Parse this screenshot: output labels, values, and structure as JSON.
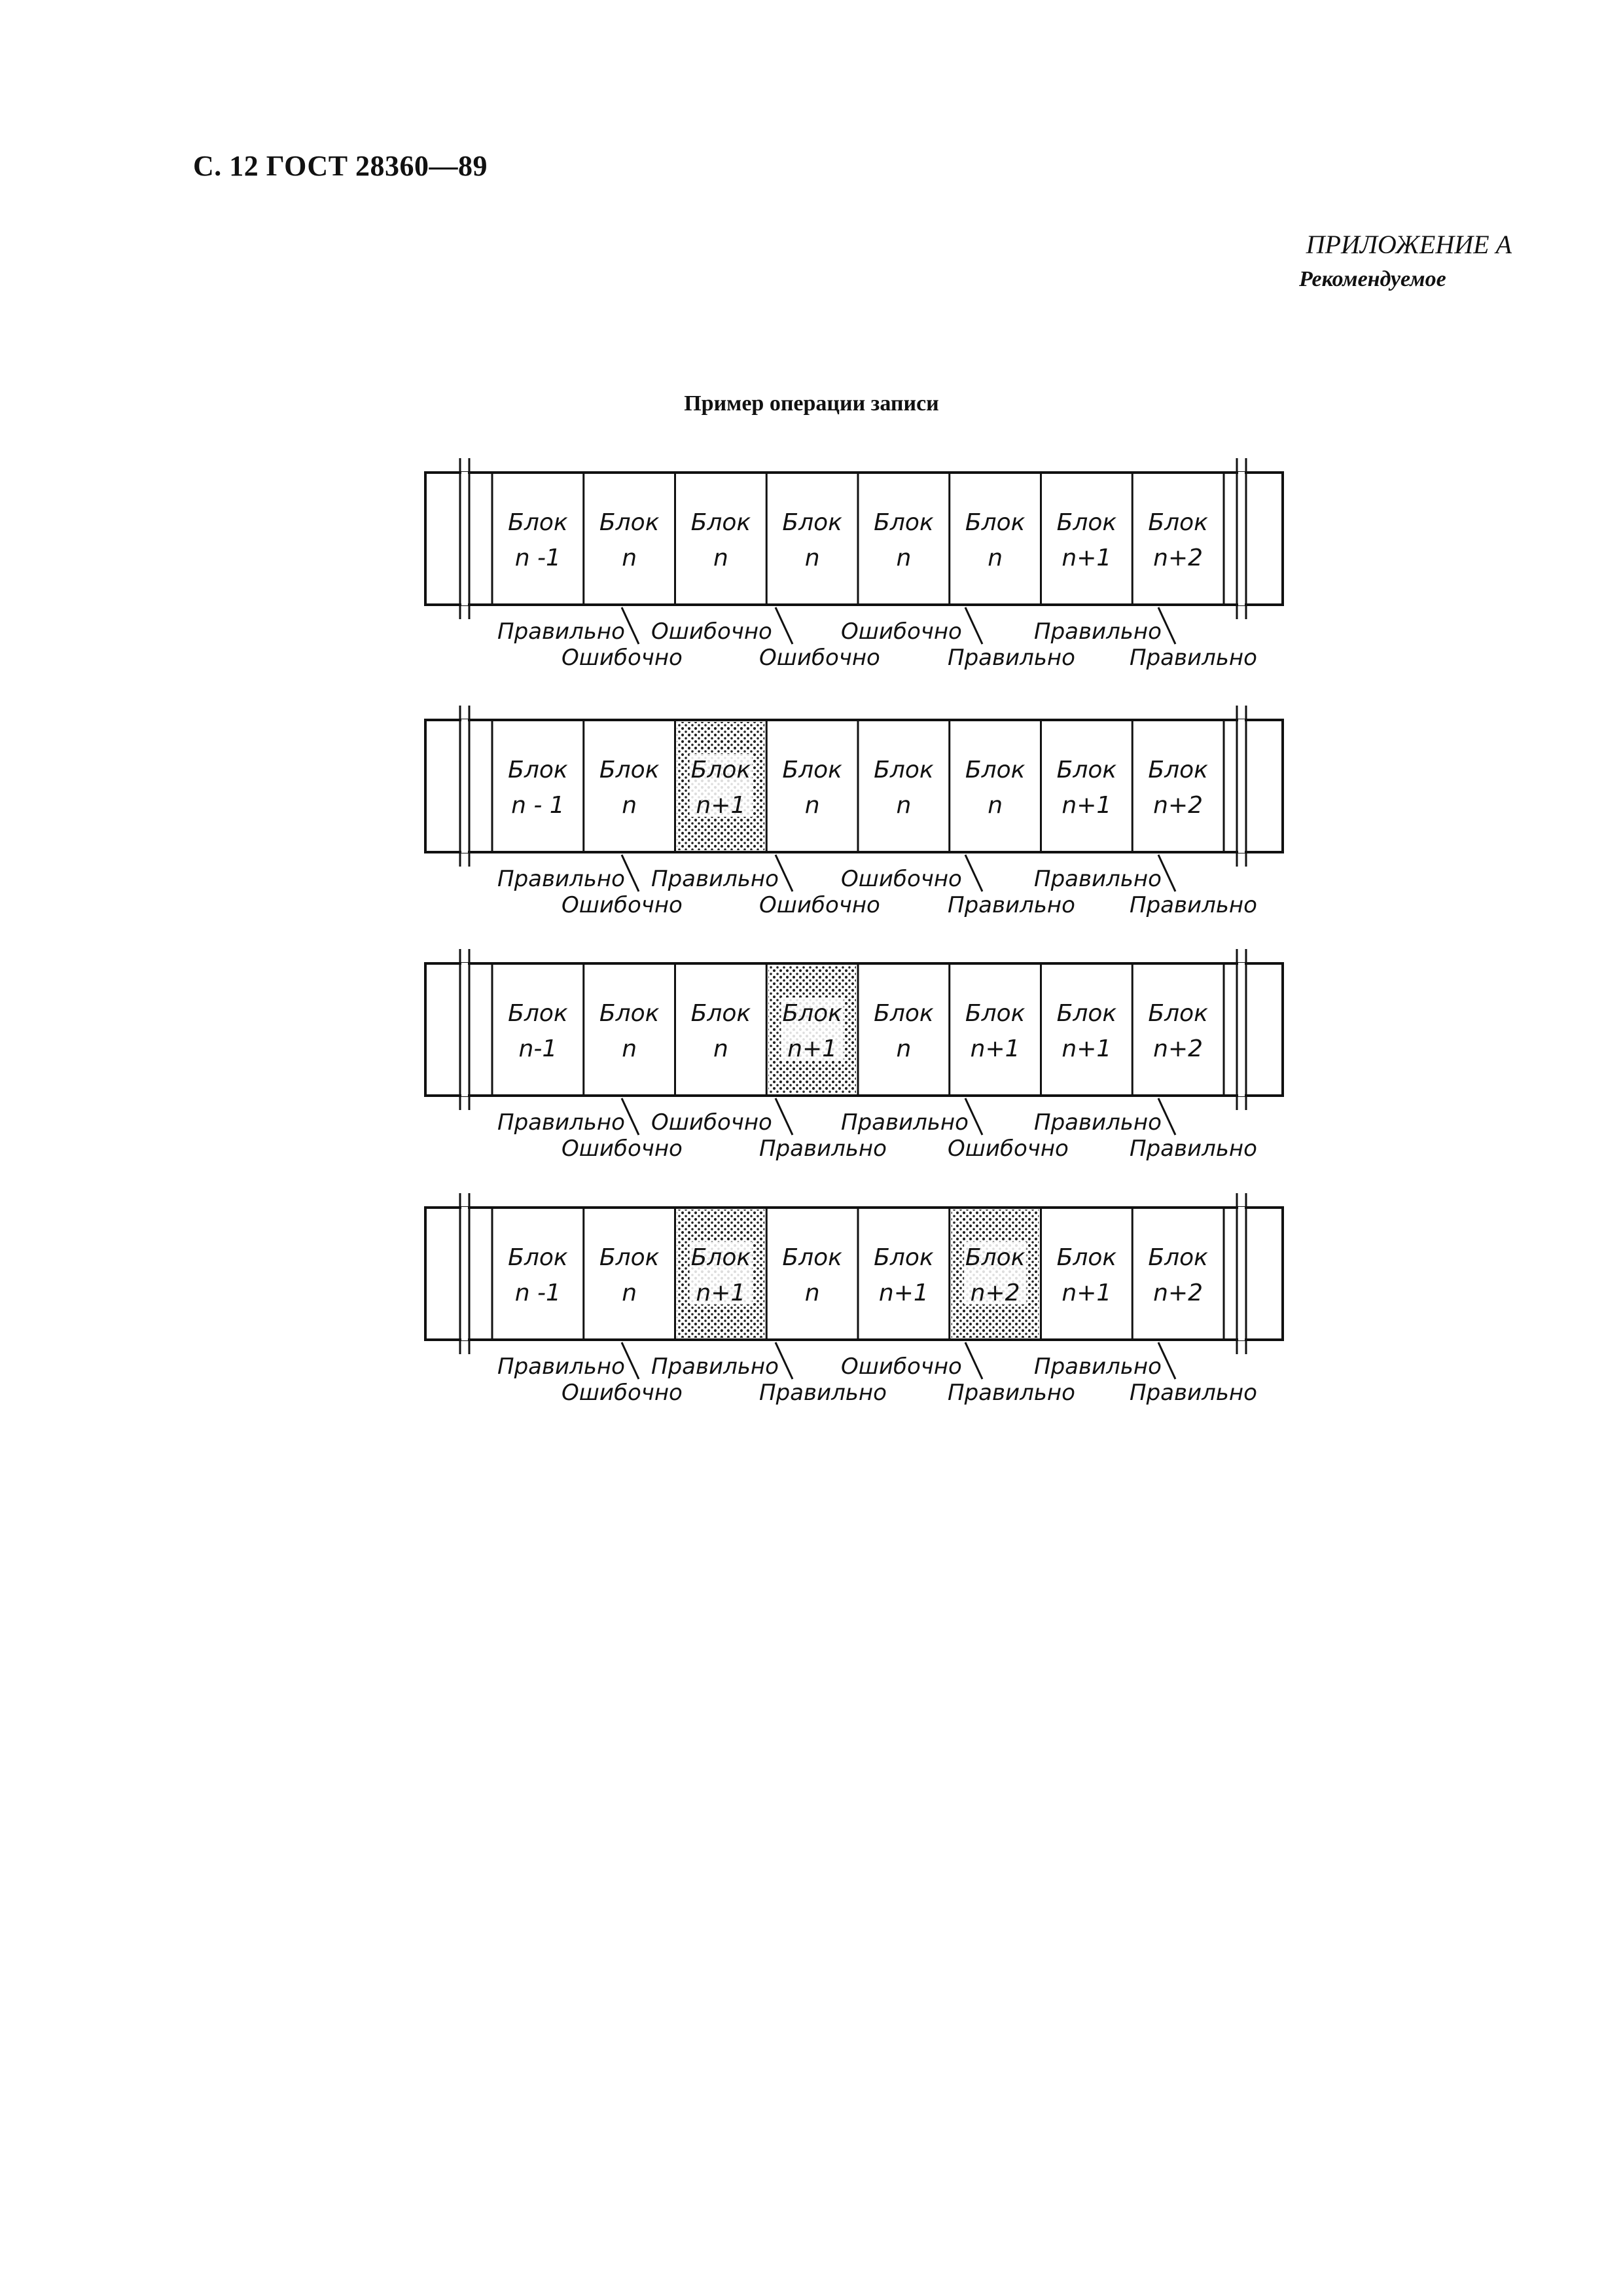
{
  "header": {
    "page_ref": "С. 12 ГОСТ 28360—89",
    "appendix_title": "ПРИЛОЖЕНИЕ А",
    "appendix_subtitle": "Рекомендуемое"
  },
  "figure": {
    "title": "Пример операции записи",
    "rows": [
      {
        "blocks": [
          {
            "word": "Блок",
            "index": "n -1",
            "shaded": false
          },
          {
            "word": "Блок",
            "index": "n",
            "shaded": false
          },
          {
            "word": "Блок",
            "index": "n",
            "shaded": false
          },
          {
            "word": "Блок",
            "index": "n",
            "shaded": false
          },
          {
            "word": "Блок",
            "index": "n",
            "shaded": false
          },
          {
            "word": "Блок",
            "index": "n",
            "shaded": false
          },
          {
            "word": "Блок",
            "index": "n+1",
            "shaded": false
          },
          {
            "word": "Блок",
            "index": "n+2",
            "shaded": false
          }
        ],
        "status_top": [
          "Правильно",
          "Ошибочно",
          "Ошибочно",
          "Правильно"
        ],
        "status_bottom": [
          "Ошибочно",
          "Ошибочно",
          "Правильно",
          "Правильно"
        ]
      },
      {
        "blocks": [
          {
            "word": "Блок",
            "index": "n - 1",
            "shaded": false
          },
          {
            "word": "Блок",
            "index": "n",
            "shaded": false
          },
          {
            "word": "Блок",
            "index": "n+1",
            "shaded": true
          },
          {
            "word": "Блок",
            "index": "n",
            "shaded": false
          },
          {
            "word": "Блок",
            "index": "n",
            "shaded": false
          },
          {
            "word": "Блок",
            "index": "n",
            "shaded": false
          },
          {
            "word": "Блок",
            "index": "n+1",
            "shaded": false
          },
          {
            "word": "Блок",
            "index": "n+2",
            "shaded": false
          }
        ],
        "status_top": [
          "Правильно",
          "Правильно",
          "Ошибочно",
          "Правильно"
        ],
        "status_bottom": [
          "Ошибочно",
          "Ошибочно",
          "Правильно",
          "Правильно"
        ]
      },
      {
        "blocks": [
          {
            "word": "Блок",
            "index": "n-1",
            "shaded": false
          },
          {
            "word": "Блок",
            "index": "n",
            "shaded": false
          },
          {
            "word": "Блок",
            "index": "n",
            "shaded": false
          },
          {
            "word": "Блок",
            "index": "n+1",
            "shaded": true
          },
          {
            "word": "Блок",
            "index": "n",
            "shaded": false
          },
          {
            "word": "Блок",
            "index": "n+1",
            "shaded": false
          },
          {
            "word": "Блок",
            "index": "n+1",
            "shaded": false
          },
          {
            "word": "Блок",
            "index": "n+2",
            "shaded": false
          }
        ],
        "status_top": [
          "Правильно",
          "Ошибочно",
          "Правильно",
          "Правильно"
        ],
        "status_bottom": [
          "Ошибочно",
          "Правильно",
          "Ошибочно",
          "Правильно"
        ]
      },
      {
        "blocks": [
          {
            "word": "Блок",
            "index": "n -1",
            "shaded": false
          },
          {
            "word": "Блок",
            "index": "n",
            "shaded": false
          },
          {
            "word": "Блок",
            "index": "n+1",
            "shaded": true
          },
          {
            "word": "Блок",
            "index": "n",
            "shaded": false
          },
          {
            "word": "Блок",
            "index": "n+1",
            "shaded": false
          },
          {
            "word": "Блок",
            "index": "n+2",
            "shaded": true
          },
          {
            "word": "Блок",
            "index": "n+1",
            "shaded": false
          },
          {
            "word": "Блок",
            "index": "n+2",
            "shaded": false
          }
        ],
        "status_top": [
          "Правильно",
          "Правильно",
          "Ошибочно",
          "Правильно"
        ],
        "status_bottom": [
          "Ошибочно",
          "Правильно",
          "Правильно",
          "Правильно"
        ]
      }
    ]
  }
}
